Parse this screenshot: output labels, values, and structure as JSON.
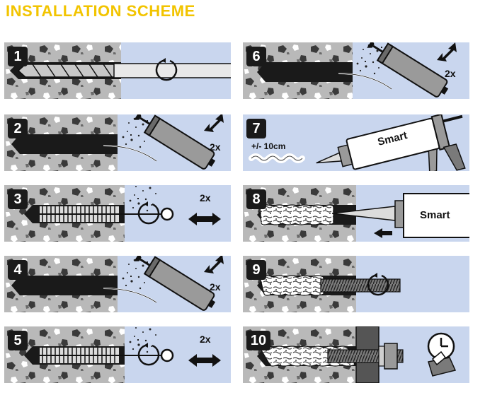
{
  "title": "INSTALLATION SCHEME",
  "brand": "Smart",
  "steps": [
    {
      "num": "1"
    },
    {
      "num": "2",
      "label": "2x"
    },
    {
      "num": "3",
      "label": "2x"
    },
    {
      "num": "4",
      "label": "2x"
    },
    {
      "num": "5",
      "label": "2x"
    },
    {
      "num": "6",
      "label": "2x"
    },
    {
      "num": "7",
      "label": "+/- 10cm"
    },
    {
      "num": "8"
    },
    {
      "num": "9"
    },
    {
      "num": "10"
    }
  ],
  "colors": {
    "title": "#f2c400",
    "panel": "#c9d6ee",
    "concrete": "#b9b9b9",
    "hole": "#1a1a1a"
  }
}
